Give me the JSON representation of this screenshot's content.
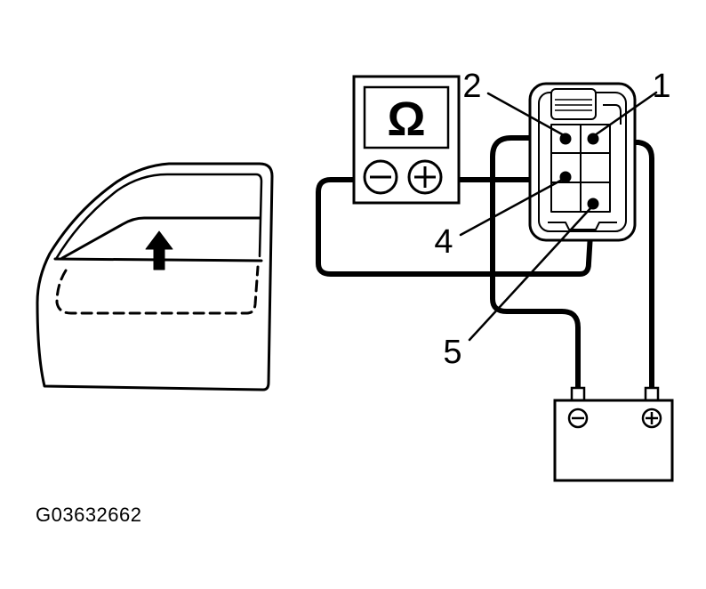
{
  "figure": {
    "callouts": {
      "terminal_1": "1",
      "terminal_2": "2",
      "terminal_4": "4",
      "terminal_5": "5"
    },
    "ohmmeter": {
      "display_symbol": "Ω",
      "negative_symbol": "−",
      "positive_symbol": "+"
    },
    "battery": {
      "negative_symbol": "−",
      "positive_symbol": "+"
    },
    "door": {
      "arrow_direction": "up"
    },
    "caption": "G03632662",
    "colors": {
      "ink": "#000000",
      "paper": "#ffffff"
    }
  }
}
